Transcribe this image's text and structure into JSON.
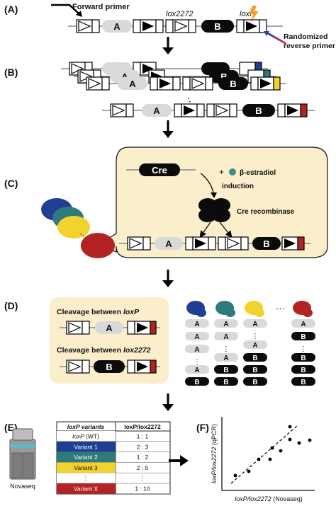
{
  "panels": {
    "a": "(A)",
    "b": "(B)",
    "c": "(C)",
    "d": "(D)",
    "e": "(E)",
    "f": "(F)"
  },
  "construct": {
    "forward_primer": "Forward primer",
    "lox2272": "lox2272",
    "loxp": "loxP",
    "reverse_primer_line1": "Randomized",
    "reverse_primer_line2": "reverse primer",
    "element_a": "A",
    "element_b": "B",
    "ellipsis": "⋮"
  },
  "induction": {
    "cre": "Cre",
    "plus": "+",
    "estradiol": "β-estradiol",
    "induction": "induction",
    "recombinase": "Cre recombinase"
  },
  "cleavage": {
    "loxp_prefix": "Cleavage between ",
    "loxp_italic": "loxP",
    "lox2272_prefix": "Cleavage between ",
    "lox2272_italic": "lox2272",
    "dots": "···"
  },
  "table": {
    "header_left": "loxP variants",
    "header_right": "loxP/lox2272",
    "rows": [
      {
        "variant_italic": "loxP",
        "variant_suffix": " (WT)",
        "ratio": "1 : 1",
        "color": "#ffffff",
        "text_color": "#111111"
      },
      {
        "variant_italic": "",
        "variant_suffix": "Variant 1",
        "ratio": "2 : 3",
        "color": "#1f3f95",
        "text_color": "#ffffff"
      },
      {
        "variant_italic": "",
        "variant_suffix": "Variant 2",
        "ratio": "1 : 2",
        "color": "#2f7a7d",
        "text_color": "#ffffff"
      },
      {
        "variant_italic": "",
        "variant_suffix": "Variant 3",
        "ratio": "2 : 5",
        "color": "#f2d22e",
        "text_color": "#111111"
      },
      {
        "variant_italic": "",
        "variant_suffix": "⋮",
        "ratio": "⋮",
        "color": "#ffffff",
        "text_color": "#111111"
      },
      {
        "variant_italic": "",
        "variant_suffix": "Variant X",
        "ratio": "1 : 10",
        "color": "#b42323",
        "text_color": "#ffffff"
      }
    ]
  },
  "sequencer": {
    "label": "Novaseq"
  },
  "scatter": {
    "y_label_italic": "loxP/lox2272",
    "y_label_suffix": " (qPCR)",
    "x_label_italic": "loxP/lox2272",
    "x_label_suffix": " (Novaseq)"
  },
  "colors": {
    "blue": "#1f3f95",
    "teal": "#2f7a7d",
    "yellow": "#f2d22e",
    "red": "#b42323",
    "beige": "#fbeecb",
    "gray": "#d9d9d9",
    "black": "#0b0b0b",
    "estradiol_dot": "#3f8c8c",
    "primer_orange": "#f0a030"
  }
}
